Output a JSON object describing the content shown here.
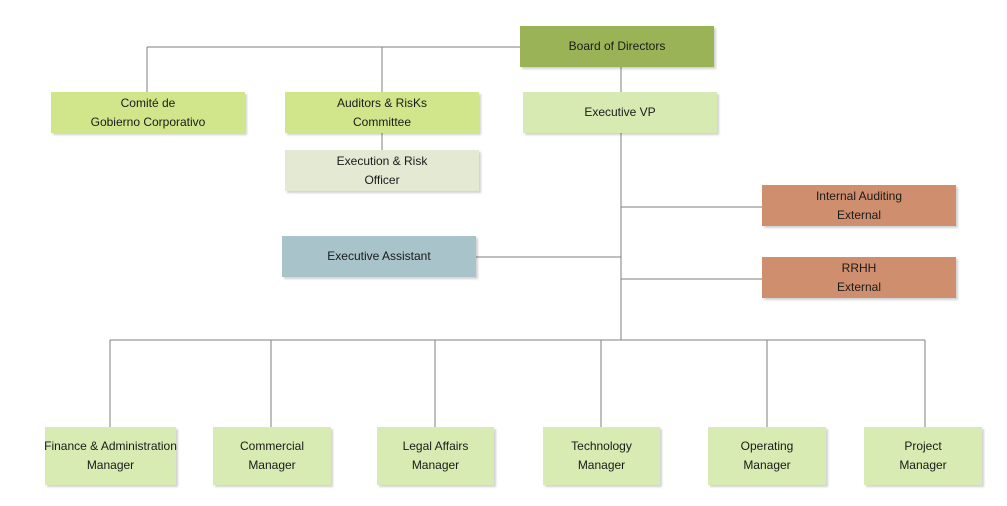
{
  "colors": {
    "board": "#9bb357",
    "committee": "#d1e68a",
    "executive_vp": "#d7eab2",
    "officer": "#e3e9d3",
    "assistant": "#a8c3ca",
    "external": "#cf8f6f",
    "manager": "#d7ebb2",
    "connector": "#7f7f7f"
  },
  "nodes": {
    "board": {
      "lines": [
        "Board of Directors"
      ]
    },
    "comite": {
      "lines": [
        "Comité de",
        "Gobierno Corporativo"
      ]
    },
    "auditors": {
      "lines": [
        "Auditors & RisKs",
        "Committee"
      ]
    },
    "executive_vp": {
      "lines": [
        "Executive VP"
      ]
    },
    "execution_risk": {
      "lines": [
        "Execution & Risk",
        "Officer"
      ]
    },
    "internal_auditing": {
      "lines": [
        "Internal Auditing",
        "External"
      ]
    },
    "executive_assistant": {
      "lines": [
        "Executive Assistant"
      ]
    },
    "rrhh": {
      "lines": [
        "RRHH",
        "External"
      ]
    },
    "finance": {
      "lines": [
        "Finance & Administration",
        "Manager"
      ]
    },
    "commercial": {
      "lines": [
        "Commercial",
        "Manager"
      ]
    },
    "legal": {
      "lines": [
        "Legal Affairs",
        "Manager"
      ]
    },
    "technology": {
      "lines": [
        "Technology",
        "Manager"
      ]
    },
    "operating": {
      "lines": [
        "Operating",
        "Manager"
      ]
    },
    "project": {
      "lines": [
        "Project",
        "Manager"
      ]
    }
  }
}
